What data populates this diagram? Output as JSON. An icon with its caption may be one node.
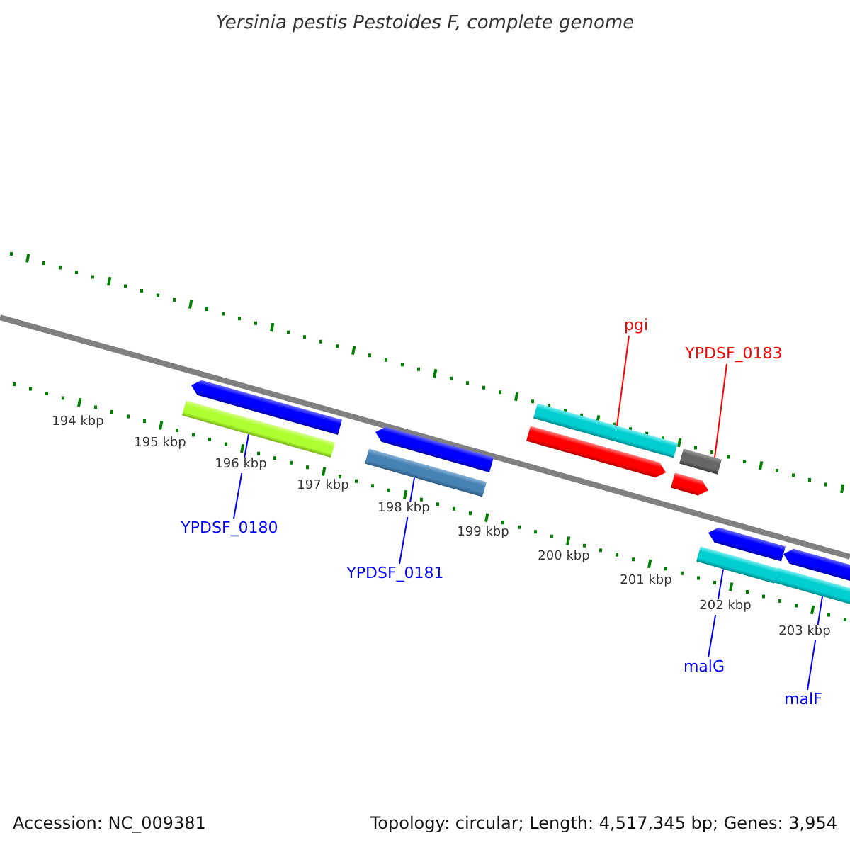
{
  "diagram": {
    "title": "Yersinia pestis Pestoides F, complete genome",
    "nodes": [
      {
        "text": [],
        "shape": "bar"
      },
      {
        "text": [],
        "shape": "bar"
      },
      {
        "text": [],
        "shape": "bar"
      },
      {
        "text": [],
        "shape": "bar"
      },
      {
        "text": [],
        "shape": "bar"
      },
      {
        "text": [],
        "shape": "bar"
      },
      {
        "text": [],
        "shape": "bar"
      },
      {
        "text": [],
        "shape": "bar"
      },
      {
        "text": [],
        "shape": "bar"
      },
      {
        "text": [],
        "shape": "bar"
      },
      {
        "text": [],
        "shape": "bar"
      },
      {
        "text": [],
        "shape": "bar"
      },
      {
        "text": [
          "pgi"
        ]
      },
      {
        "text": [
          "YPDSF_0183"
        ]
      },
      {
        "text": [
          "YPDSF_0180"
        ]
      },
      {
        "text": [
          "YPDSF_0181"
        ]
      },
      {
        "text": [
          "malG"
        ]
      },
      {
        "text": [
          "malF"
        ]
      }
    ],
    "edges": [
      {
        "from": 12,
        "to": 5,
        "arrow": "none",
        "color": "#ff0000"
      },
      {
        "from": 13,
        "to": 7,
        "arrow": "none",
        "color": "#ff0000"
      },
      {
        "from": 14,
        "to": 0,
        "arrow": "none"
      },
      {
        "from": 15,
        "to": 2,
        "arrow": "none"
      },
      {
        "from": 16,
        "to": 8,
        "arrow": "none"
      },
      {
        "from": 17,
        "to": 10,
        "arrow": "none"
      }
    ],
    "labels": [
      "194 kbp",
      "195 kbp",
      "196 kbp",
      "197 kbp",
      "198 kbp",
      "199 kbp",
      "200 kbp",
      "201 kbp",
      "202 kbp",
      "203 kbp",
      "Accession: NC_009381",
      "Topology: circular; Length: 4,517,345 bp; Genes: 3,954"
    ]
  }
}
